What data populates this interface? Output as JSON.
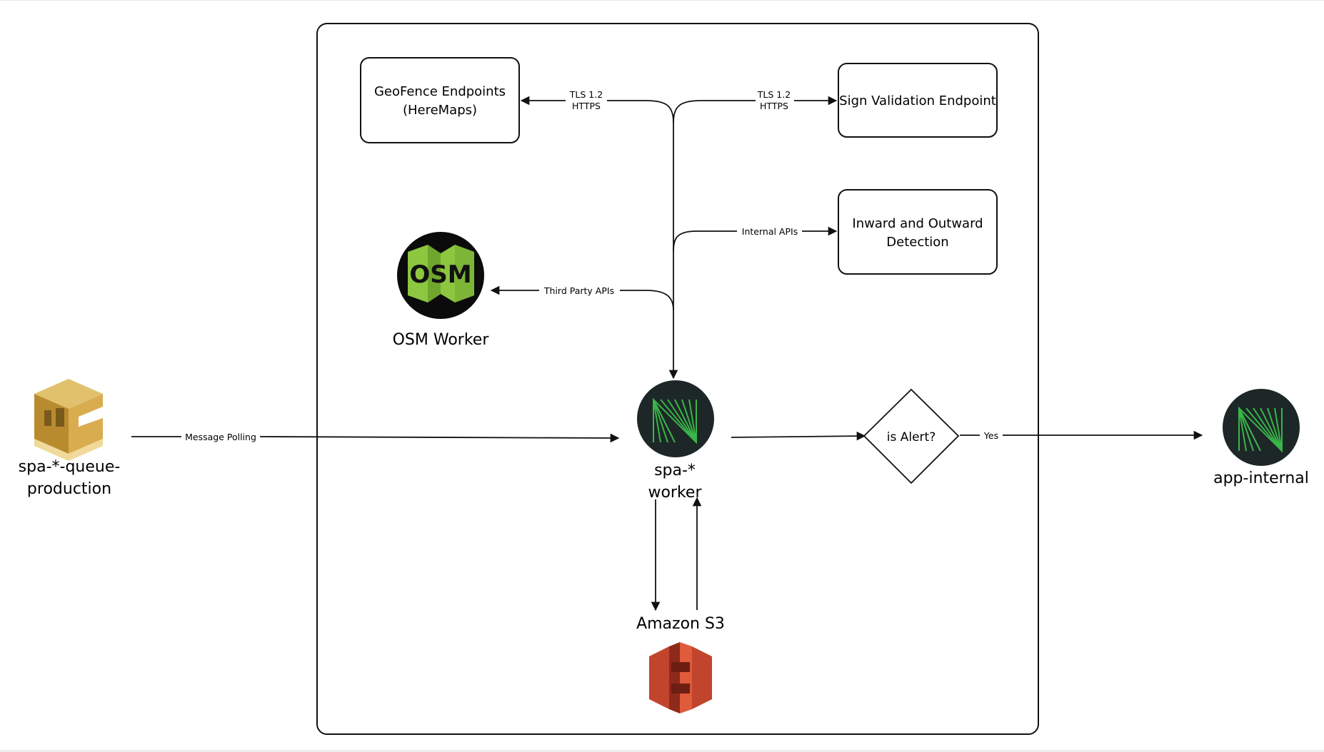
{
  "boxes": {
    "geofence": "GeoFence Endpoints",
    "geofence_sub": "(HereMaps)",
    "sign_validation": "Sign Validation Endpoint",
    "inward_line1": "Inward and Outward",
    "inward_line2": "Detection"
  },
  "edges": {
    "tls_left_1": "TLS 1.2",
    "tls_left_2": "HTTPS",
    "tls_right_1": "TLS 1.2",
    "tls_right_2": "HTTPS",
    "internal_apis": "Internal APIs",
    "third_party_apis": "Third Party APIs",
    "message_polling": "Message Polling",
    "yes": "Yes"
  },
  "nodes": {
    "osm_worker": "OSM Worker",
    "osm_logo_text": "OSM",
    "queue_line1": "spa-*-queue-",
    "queue_line2": "production",
    "worker_line1": "spa-*",
    "worker_line2": "worker",
    "amazon_s3": "Amazon S3",
    "app_internal": "app-internal",
    "decision": "is Alert?"
  },
  "icons": {
    "osm": "osm-logo-icon",
    "sqs": "amazon-sqs-icon",
    "s3": "amazon-s3-icon",
    "worker": "mapbox-style-logo-icon"
  },
  "colors": {
    "line": "#111111",
    "osm_green": "#8dc63f",
    "dark_circle": "#1d2727",
    "logo_green": "#39b54a",
    "sqs_gold": "#c9a24a",
    "s3_red": "#c1442d"
  }
}
